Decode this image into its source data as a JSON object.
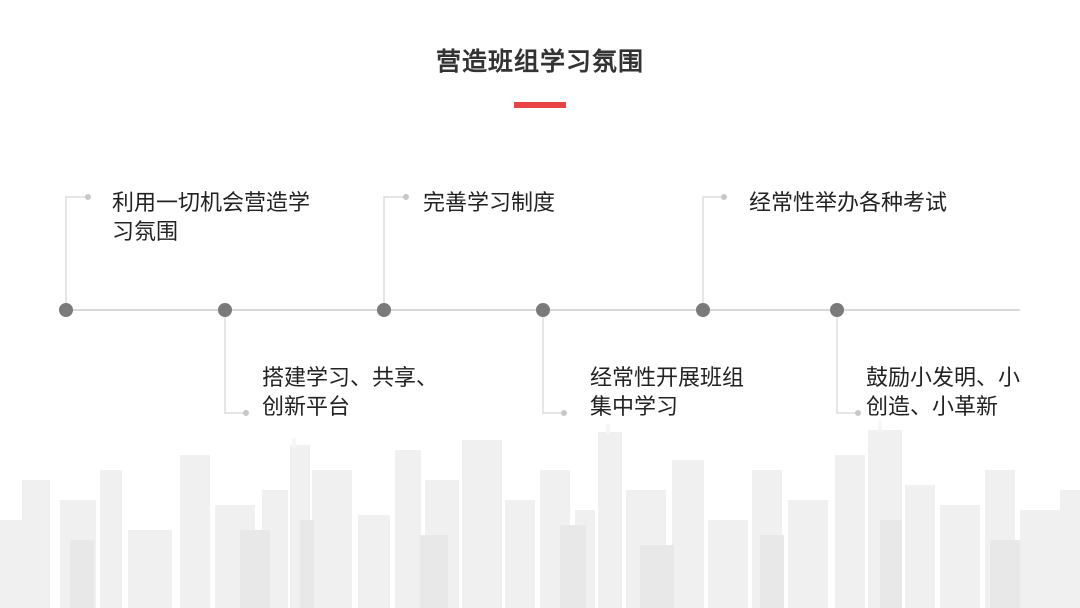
{
  "title": "营造班组学习氛围",
  "accent_color": "#e84445",
  "line_color": "#d9d9d9",
  "node_color": "#7a7a7a",
  "items": [
    {
      "line1": "利用一切机会营造学",
      "line2": "习氛围",
      "position": "above"
    },
    {
      "line1": "搭建学习、共享、",
      "line2": "创新平台",
      "position": "below"
    },
    {
      "line1": "完善学习制度",
      "line2": "",
      "position": "above"
    },
    {
      "line1": "经常性开展班组",
      "line2": "集中学习",
      "position": "below"
    },
    {
      "line1": "经常性举办各种考试",
      "line2": "",
      "position": "above"
    },
    {
      "line1": "鼓励小发明、小",
      "line2": "创造、小革新",
      "position": "below"
    }
  ]
}
